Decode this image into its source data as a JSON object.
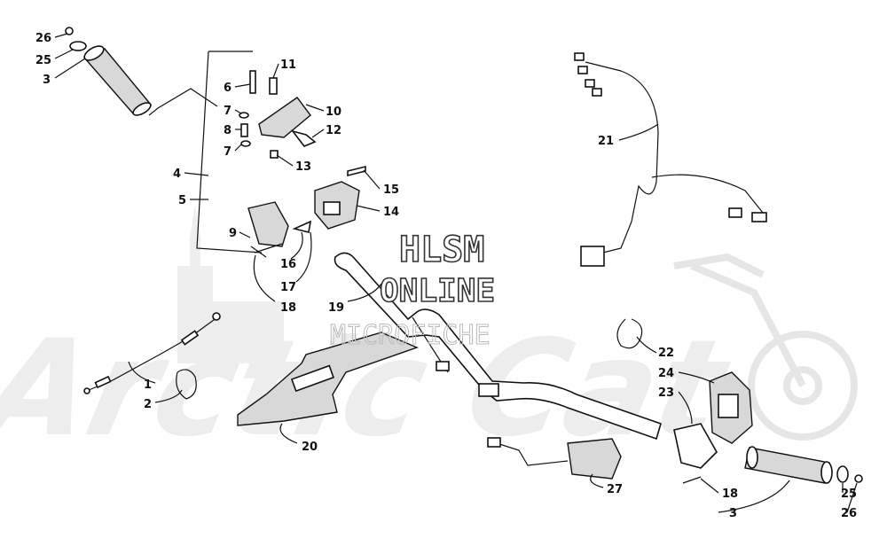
{
  "watermark": {
    "line1": "HLSM",
    "line2": "ONLINE",
    "line3": "MICROFICHE",
    "brand": "Arctic Cat"
  },
  "callouts": [
    {
      "id": "c26a",
      "label": "26"
    },
    {
      "id": "c25a",
      "label": "25"
    },
    {
      "id": "c3a",
      "label": "3"
    },
    {
      "id": "c6",
      "label": "6"
    },
    {
      "id": "c11",
      "label": "11"
    },
    {
      "id": "c7a",
      "label": "7"
    },
    {
      "id": "c10",
      "label": "10"
    },
    {
      "id": "c8",
      "label": "8"
    },
    {
      "id": "c12",
      "label": "12"
    },
    {
      "id": "c7b",
      "label": "7"
    },
    {
      "id": "c13",
      "label": "13"
    },
    {
      "id": "c4",
      "label": "4"
    },
    {
      "id": "c15",
      "label": "15"
    },
    {
      "id": "c5",
      "label": "5"
    },
    {
      "id": "c14",
      "label": "14"
    },
    {
      "id": "c9",
      "label": "9"
    },
    {
      "id": "c16",
      "label": "16"
    },
    {
      "id": "c17",
      "label": "17"
    },
    {
      "id": "c18a",
      "label": "18"
    },
    {
      "id": "c19",
      "label": "19"
    },
    {
      "id": "c21",
      "label": "21"
    },
    {
      "id": "c1",
      "label": "1"
    },
    {
      "id": "c2",
      "label": "2"
    },
    {
      "id": "c20",
      "label": "20"
    },
    {
      "id": "c22",
      "label": "22"
    },
    {
      "id": "c24",
      "label": "24"
    },
    {
      "id": "c23",
      "label": "23"
    },
    {
      "id": "c27",
      "label": "27"
    },
    {
      "id": "c18b",
      "label": "18"
    },
    {
      "id": "c25b",
      "label": "25"
    },
    {
      "id": "c3b",
      "label": "3"
    },
    {
      "id": "c26b",
      "label": "26"
    }
  ]
}
